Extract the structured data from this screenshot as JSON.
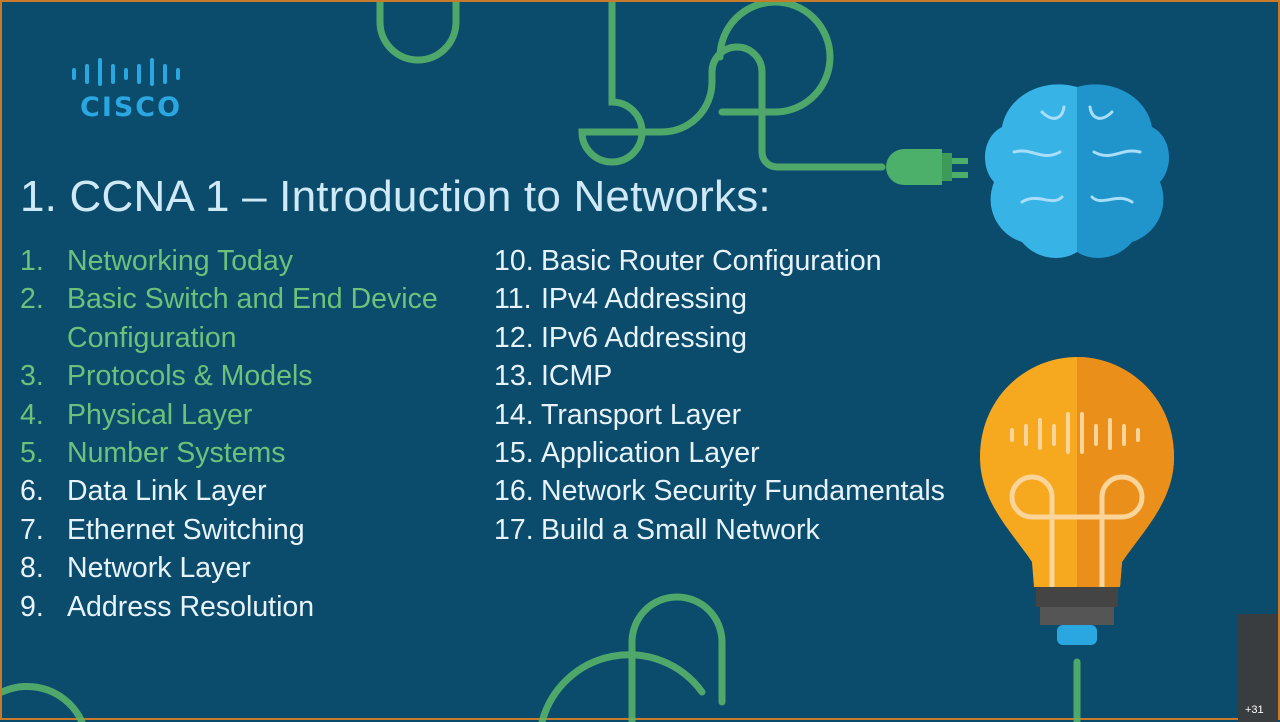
{
  "logo": {
    "word": "CISCO"
  },
  "title": "1. CCNA 1 – Introduction to Networks:",
  "left_items": [
    {
      "num": "1.",
      "label": "Networking Today",
      "line2": ""
    },
    {
      "num": "2.",
      "label": "Basic Switch and End Device",
      "line2": "Configuration"
    },
    {
      "num": "3.",
      "label": "Protocols & Models",
      "line2": ""
    },
    {
      "num": "4.",
      "label": "Physical Layer",
      "line2": ""
    },
    {
      "num": "5.",
      "label": "Number Systems",
      "line2": ""
    },
    {
      "num": "6.",
      "label": "Data Link Layer",
      "line2": ""
    },
    {
      "num": "7.",
      "label": "Ethernet Switching",
      "line2": ""
    },
    {
      "num": "8.",
      "label": "Network Layer",
      "line2": ""
    },
    {
      "num": "9.",
      "label": "Address Resolution",
      "line2": ""
    }
  ],
  "right_items": [
    {
      "num": "10.",
      "label": "Basic Router Configuration"
    },
    {
      "num": "11.",
      "label": "IPv4 Addressing"
    },
    {
      "num": "12.",
      "label": "IPv6 Addressing"
    },
    {
      "num": "13.",
      "label": "ICMP"
    },
    {
      "num": "14.",
      "label": "Transport Layer"
    },
    {
      "num": "15.",
      "label": "Application Layer"
    },
    {
      "num": "16.",
      "label": "Network Security Fundamentals"
    },
    {
      "num": "17.",
      "label": "Build a Small Network"
    }
  ],
  "badge": "+31",
  "colors": {
    "background": "#0b4b6c",
    "title": "#cfe9f7",
    "item_green": "#6cc27a",
    "item_white": "#e8f3f9",
    "cisco_blue": "#2aa6e0",
    "bulb": "#f4a21c",
    "brain": "#29a8e0"
  },
  "icons": [
    "cisco-logo",
    "plug-icon",
    "brain-icon",
    "lightbulb-icon"
  ]
}
